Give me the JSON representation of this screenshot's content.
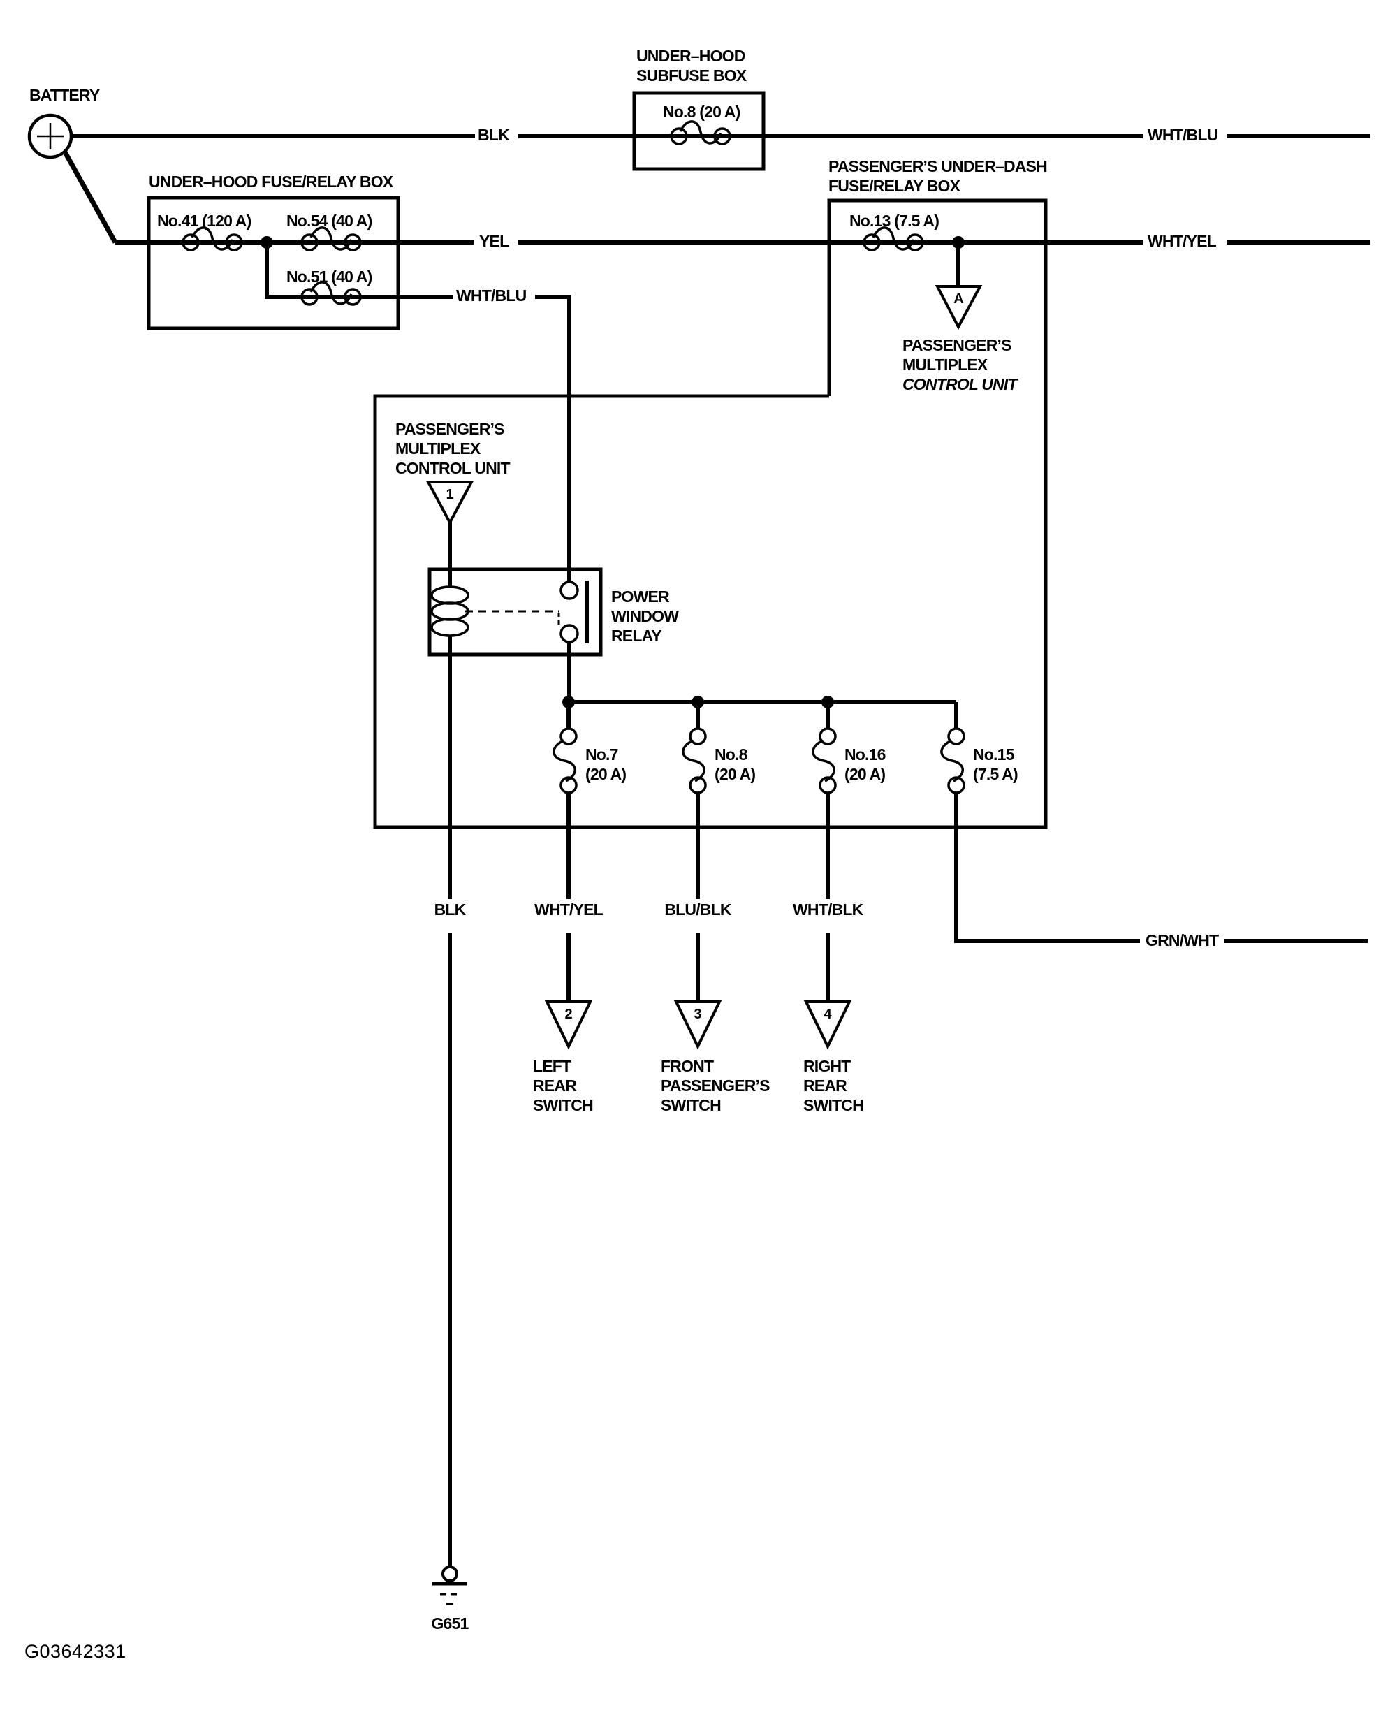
{
  "page": {
    "code": "G03642331"
  },
  "battery": {
    "label": "BATTERY"
  },
  "wires": {
    "blk_top": "BLK",
    "wht_blu_top": "WHT/BLU",
    "yel": "YEL",
    "wht_yel_top": "WHT/YEL",
    "wht_blu_mid": "WHT/BLU",
    "blk_bottom": "BLK",
    "wht_yel_bottom": "WHT/YEL",
    "blu_blk": "BLU/BLK",
    "wht_blk": "WHT/BLK",
    "grn_wht": "GRN/WHT"
  },
  "subfuse_box": {
    "title_line1": "UNDER–HOOD",
    "title_line2": "SUBFUSE BOX",
    "fuse_no8": "No.8 (20 A)"
  },
  "underhood_box": {
    "title": "UNDER–HOOD FUSE/RELAY BOX",
    "fuse_no41": "No.41 (120 A)",
    "fuse_no54": "No.54 (40 A)",
    "fuse_no51": "No.51 (40 A)"
  },
  "underdash_box": {
    "title_line1": "PASSENGER’S UNDER–DASH",
    "title_line2": "FUSE/RELAY BOX",
    "fuse_no13": "No.13 (7.5 A)",
    "fuse_no7": {
      "line1": "No.7",
      "line2": "(20 A)"
    },
    "fuse_no8": {
      "line1": "No.8",
      "line2": "(20 A)"
    },
    "fuse_no16": {
      "line1": "No.16",
      "line2": "(20 A)"
    },
    "fuse_no15": {
      "line1": "No.15",
      "line2": "(7.5 A)"
    }
  },
  "relay": {
    "line1": "POWER",
    "line2": "WINDOW",
    "line3": "RELAY"
  },
  "connectors": {
    "a": {
      "id": "A",
      "line1": "PASSENGER’S",
      "line2": "MULTIPLEX",
      "line3": "CONTROL UNIT"
    },
    "one": {
      "id": "1",
      "line1": "PASSENGER’S",
      "line2": "MULTIPLEX",
      "line3": "CONTROL UNIT"
    },
    "two": {
      "id": "2",
      "line1": "LEFT",
      "line2": "REAR",
      "line3": "SWITCH"
    },
    "three": {
      "id": "3",
      "line1": "FRONT",
      "line2": "PASSENGER’S",
      "line3": "SWITCH"
    },
    "four": {
      "id": "4",
      "line1": "RIGHT",
      "line2": "REAR",
      "line3": "SWITCH"
    }
  },
  "ground": {
    "id": "G651"
  },
  "colors": {
    "ink": "#000000",
    "background": "#ffffff"
  }
}
